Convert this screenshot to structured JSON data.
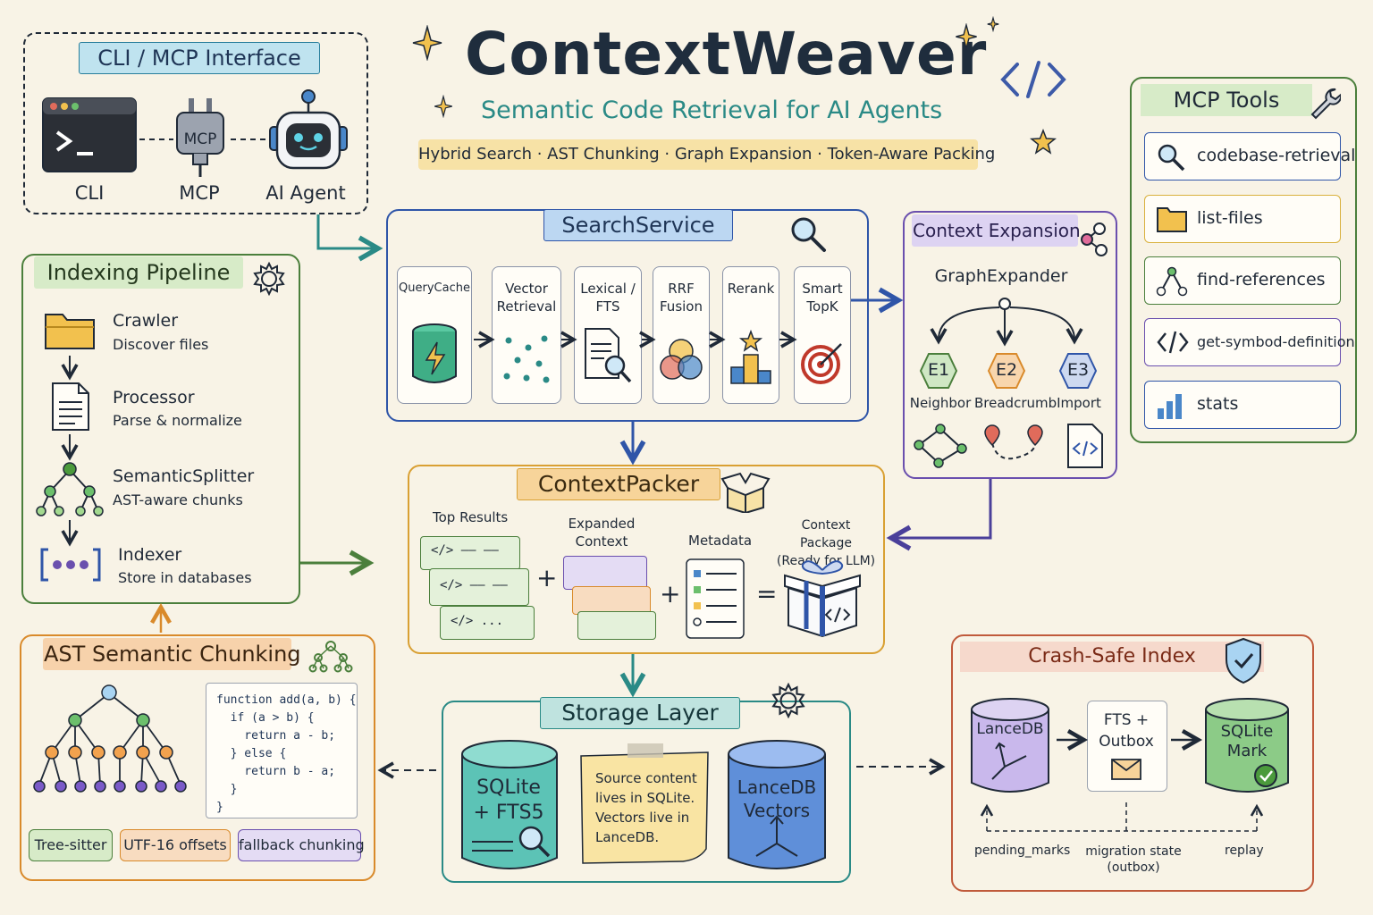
{
  "header": {
    "title": "ContextWeaver",
    "subtitle": "Semantic Code Retrieval for AI Agents",
    "features": "Hybrid Search · AST Chunking · Graph Expansion · Token-Aware Packing"
  },
  "cli_panel": {
    "title": "CLI / MCP Interface",
    "items": [
      "CLI",
      "MCP",
      "AI Agent"
    ],
    "plug_text": "MCP"
  },
  "indexing": {
    "title": "Indexing Pipeline",
    "steps": [
      {
        "name": "Crawler",
        "desc": "Discover files"
      },
      {
        "name": "Processor",
        "desc": "Parse & normalize"
      },
      {
        "name": "SemanticSplitter",
        "desc": "AST-aware chunks"
      },
      {
        "name": "Indexer",
        "desc": "Store in databases"
      }
    ]
  },
  "search": {
    "title": "SearchService",
    "stages": [
      "QueryCache",
      "Vector\nRetrieval",
      "Lexical /\nFTS",
      "RRF\nFusion",
      "Rerank",
      "Smart\nTopK"
    ]
  },
  "expansion": {
    "title": "Context Expansion",
    "expander": "GraphExpander",
    "nodes": [
      {
        "code": "E1",
        "label": "Neighbor"
      },
      {
        "code": "E2",
        "label": "Breadcrumb"
      },
      {
        "code": "E3",
        "label": "Import"
      }
    ]
  },
  "mcp_tools": {
    "title": "MCP Tools",
    "items": [
      "codebase-retrieval",
      "list-files",
      "find-references",
      "get-symbod-definition",
      "stats"
    ]
  },
  "packer": {
    "title": "ContextPacker",
    "top_results": "Top Results",
    "expanded": "Expanded\nContext",
    "metadata": "Metadata",
    "package": "Context Package\n(Ready for LLM)",
    "code_lines": [
      "</> —— ——",
      "</> —— ——",
      "</> ..."
    ],
    "plus": "+",
    "equals": "="
  },
  "chunking": {
    "title": "AST Semantic Chunking",
    "code": "function add(a, b) {\n  if (a > b) {\n    return a - b;\n  } else {\n    return b - a;\n  }\n}",
    "chips": [
      "Tree-sitter",
      "UTF-16 offsets",
      "fallback chunking"
    ]
  },
  "storage": {
    "title": "Storage Layer",
    "sqlite": "SQLite\n+ FTS5",
    "note": "Source content\nlives in SQLite.\nVectors live in\nLanceDB.",
    "lancedb": "LanceDB\nVectors"
  },
  "crash": {
    "title": "Crash-Safe Index",
    "nodes": [
      "LanceDB",
      "FTS +\nOutbox",
      "SQLite\nMark"
    ],
    "labels": [
      "pending_marks",
      "migration state\n(outbox)",
      "replay"
    ]
  },
  "colors": {
    "green": "#4b7f3c",
    "blue": "#2f55a8",
    "purple": "#6a4fae",
    "orange": "#d98a2b",
    "teal": "#2a8a86",
    "red": "#c05a3b",
    "ink": "#1f2937"
  }
}
